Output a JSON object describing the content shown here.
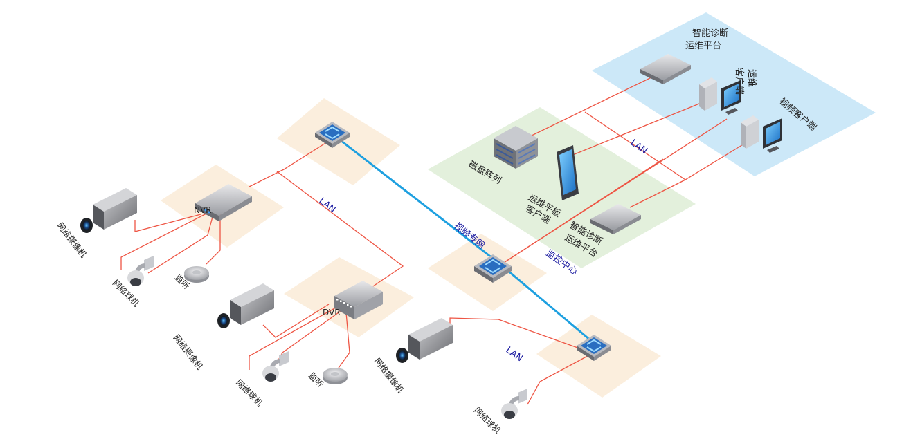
{
  "zones": {
    "video_client_zone": {
      "color": "#cce8f8"
    },
    "monitor_center_zone": {
      "color": "#e3f0dc"
    },
    "site_zone_color": "#fbeedd"
  },
  "colors": {
    "lan_line": "#ee5544",
    "video_network_line": "#1ea0e0",
    "label_blue": "#1a1aa0"
  },
  "labels": {
    "smart_diag_top": [
      "智能诊断",
      "运维平台"
    ],
    "ops_client": [
      "运维",
      "客户端"
    ],
    "video_client": "视频客户端",
    "disk_array": "磁盘阵列",
    "ops_tablet": [
      "运维平板",
      "客户端"
    ],
    "smart_diag_mid": [
      "智能诊断",
      "运维平台"
    ],
    "monitor_center": "监控中心",
    "video_network": "视频专网",
    "lan_top": "LAN",
    "lan_left": "LAN",
    "lan_bottom": "LAN",
    "nvr": "NVR",
    "dvr": "DVR",
    "ip_camera_1": "网络摄像机",
    "dome_camera_1": "网络球机",
    "audio_1": "监听",
    "ip_camera_2": "网络摄像机",
    "dome_camera_2": "网络球机",
    "audio_2": "监听",
    "ip_camera_3": "网络摄像机",
    "dome_camera_3": "网络球机"
  },
  "icons": {
    "switch": "network-switch-icon",
    "server": "server-appliance-icon",
    "pc": "desktop-pc-icon",
    "tablet": "tablet-icon",
    "storage": "disk-array-icon",
    "camera": "ip-camera-icon",
    "dome": "dome-camera-icon",
    "audio": "audio-pickup-icon",
    "nvr": "nvr-icon",
    "dvr": "dvr-icon"
  }
}
